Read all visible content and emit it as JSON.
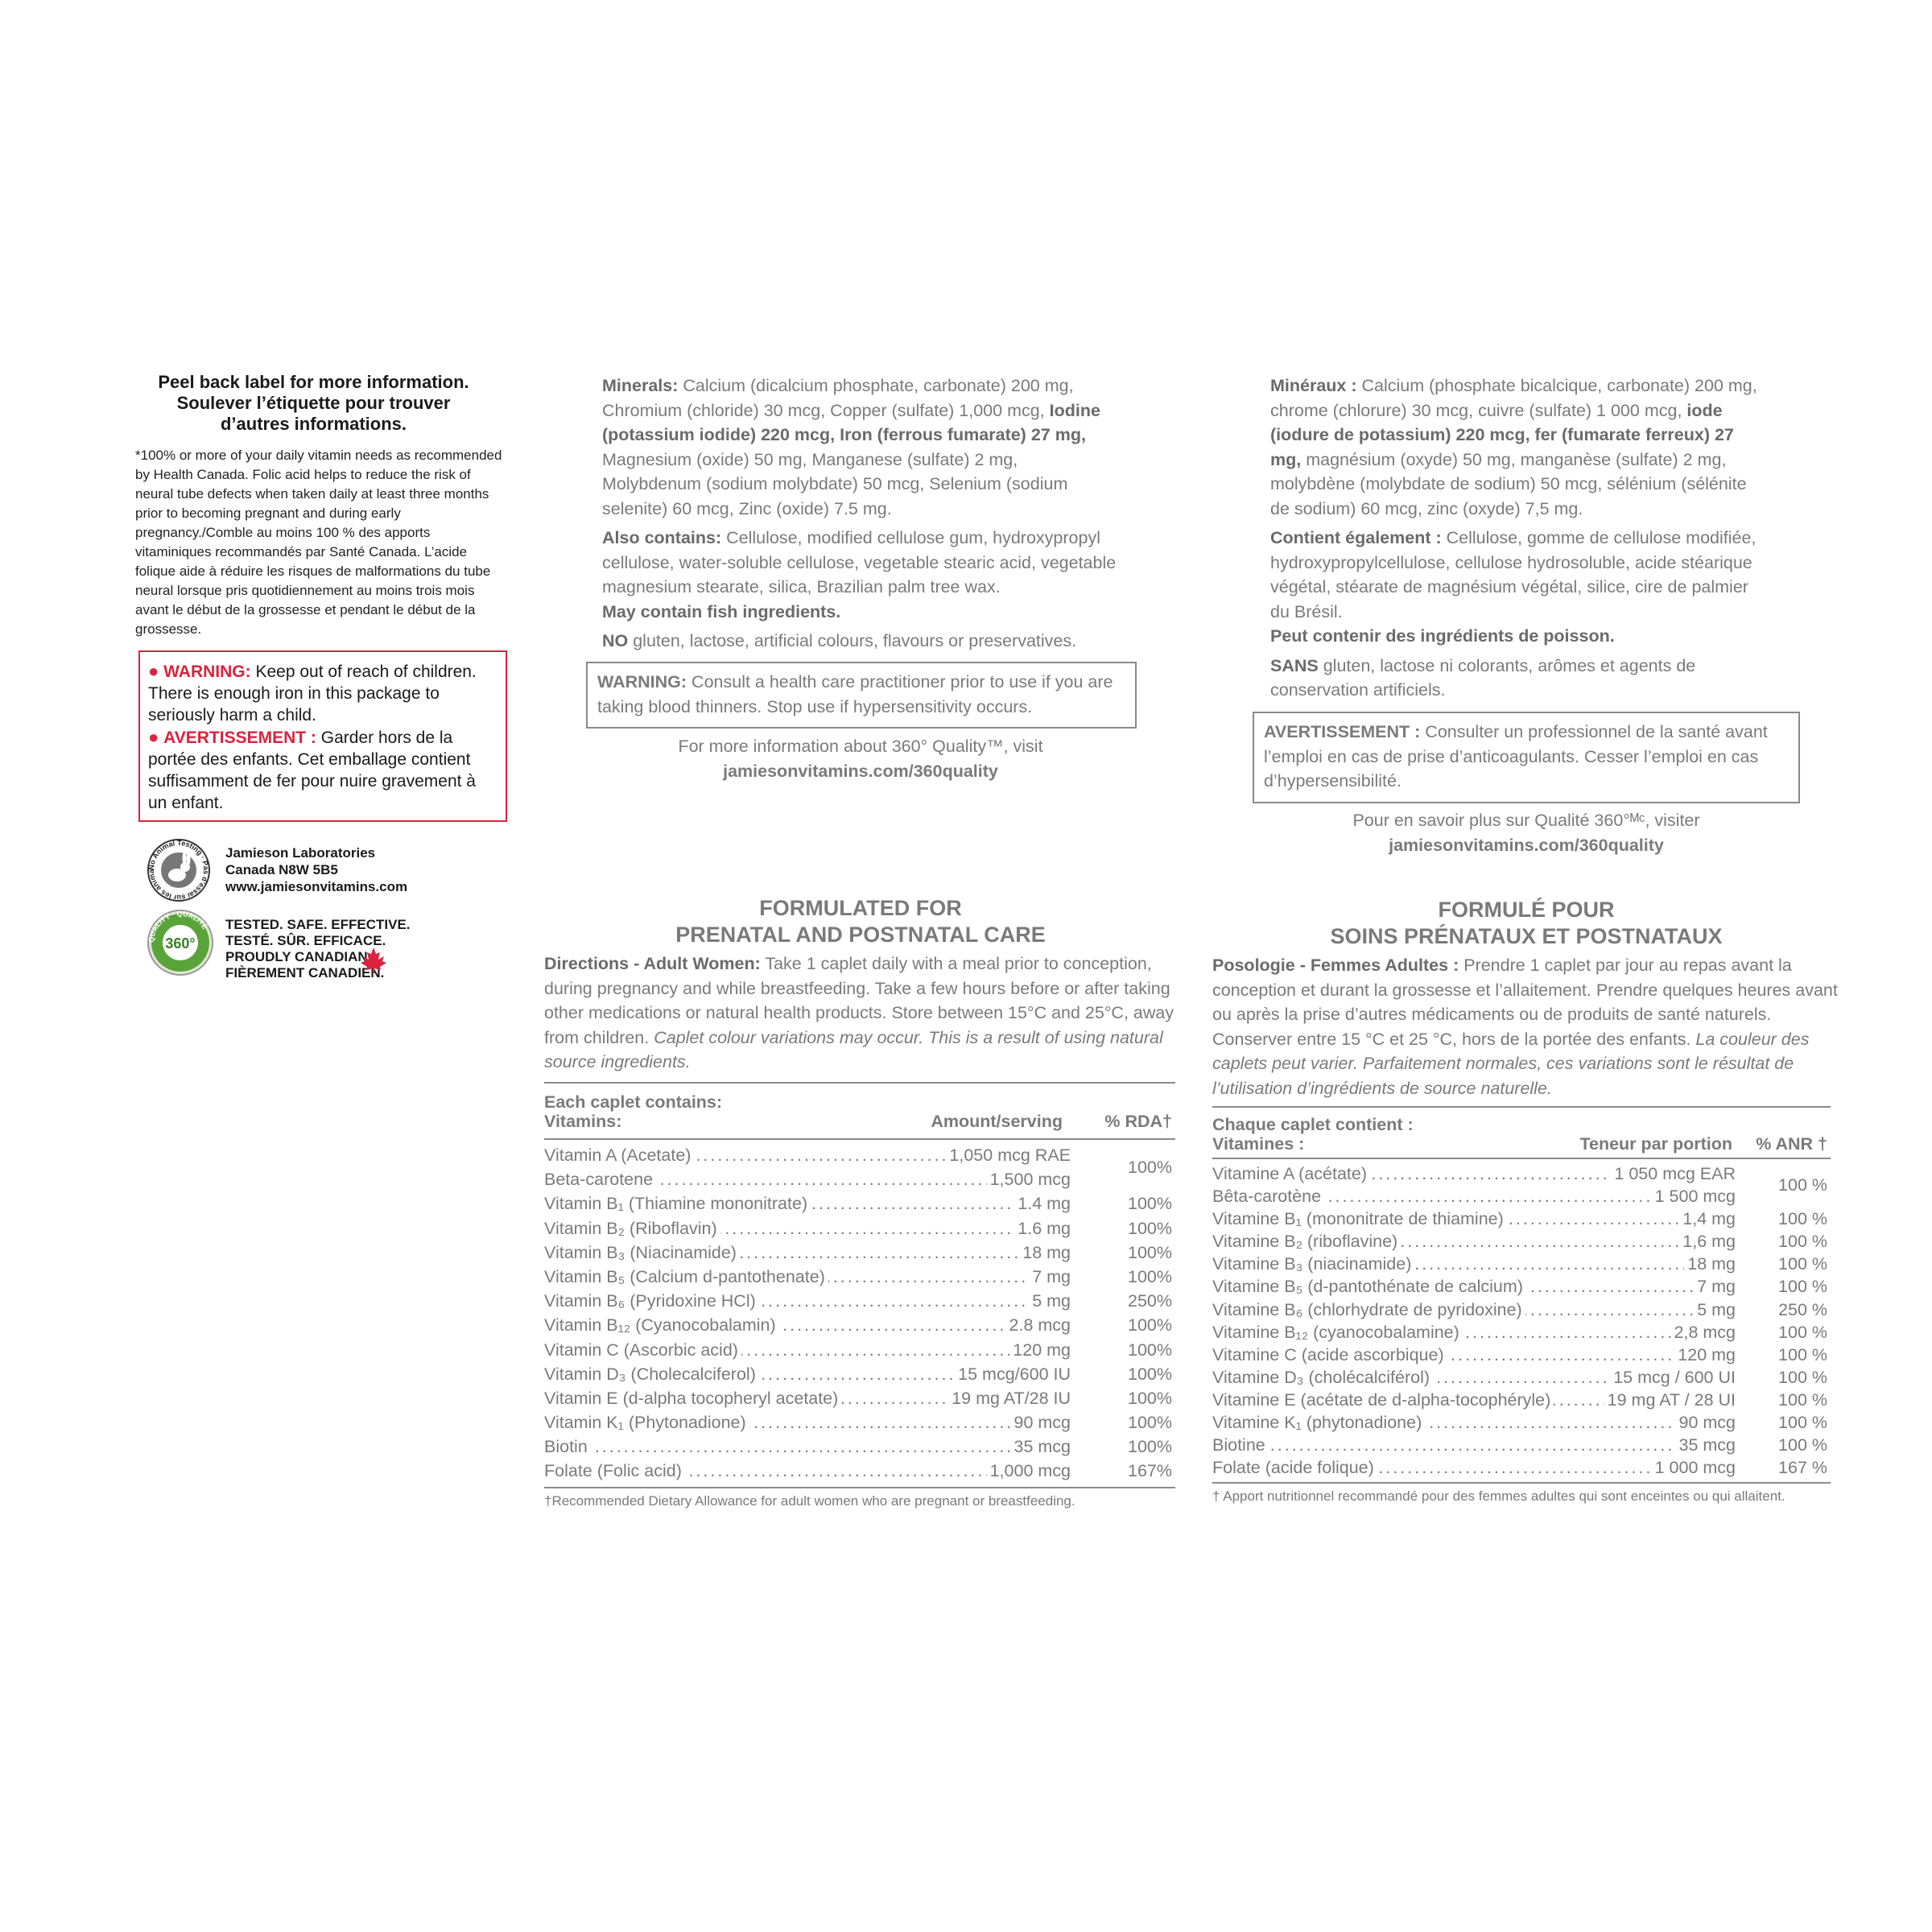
{
  "left": {
    "peel_en": "Peel back label for more information.",
    "peel_fr_1": "Soulever l’étiquette pour trouver",
    "peel_fr_2": "d’autres informations.",
    "footnote": "*100% or more of your daily vitamin needs as recommended by Health Canada. Folic acid helps to reduce the risk of neural tube defects when taken daily at least three months prior to becoming pregnant and during early pregnancy./Comble au moins 100 % des apports vitaminiques recommandés par Santé Canada. L’acide folique aide à réduire les risques de malformations du tube neural lorsque pris quotidiennement au moins trois mois avant le début de la grossesse et pendant le début de la grossesse.",
    "warning_label": "WARNING:",
    "warning_text": " Keep out of reach of children. There is enough iron in this package to seriously harm a child.",
    "avert_label": "AVERTISSEMENT :",
    "avert_text": " Garder hors de la portée des enfants. Cet emballage contient suffisamment de fer pour nuire gravement à un enfant.",
    "company_1": "Jamieson Laboratories",
    "company_2": "Canada  N8W 5B5",
    "company_3": "www.jamiesonvitamins.com",
    "badge_ring": "No Animal Testing · Pas d’essai sur les animaux",
    "quality_ring": "QUALITY · QUALITÉ",
    "quality_center": "360°",
    "tag_1": "TESTED. SAFE. EFFECTIVE.",
    "tag_2": "TESTÉ. SÛR. EFFICACE.",
    "tag_3": "PROUDLY CANADIAN.",
    "tag_4": "FIÈREMENT CANADIEN."
  },
  "en": {
    "minerals_label": "Minerals:",
    "minerals_1": " Calcium (dicalcium phosphate, carbonate) 200 mg, Chromium (chloride) 30 mcg, Copper (sulfate) 1,000 mcg, ",
    "minerals_bold": "Iodine (potassium iodide) 220 mcg, Iron (ferrous fumarate) 27 mg,",
    "minerals_2": " Magnesium (oxide) 50 mg, Manganese (sulfate) 2 mg, Molybdenum (sodium molybdate) 50 mcg, Selenium (sodium selenite) 60 mcg, Zinc (oxide) 7.5 mg.",
    "also_label": "Also contains:",
    "also_text": " Cellulose, modified cellulose gum, hydroxypropyl cellulose, water-soluble cellulose, vegetable stearic acid, vegetable magnesium stearate, silica, Brazilian palm tree wax.",
    "fish": "May contain fish ingredients.",
    "no_label": "NO",
    "no_text": " gluten, lactose, artificial colours, flavours or preservatives.",
    "warn_label": "WARNING:",
    "warn_text": " Consult a health care practitioner prior to use if you are taking blood thinners. Stop use if hypersensitivity occurs.",
    "more_1": "For more information about 360° Quality™, visit",
    "more_2": "jamiesonvitamins.com/360quality",
    "h_1": "FORMULATED FOR",
    "h_2": "PRENATAL AND POSTNATAL CARE",
    "dir_label": "Directions - Adult Women:",
    "dir_text": " Take 1 caplet daily with a meal prior to conception, during pregnancy and while breastfeeding. Take a few hours before or after taking other medications or natural health products. Store between 15°C and 25°C, away from children. ",
    "dir_italic": "Caplet colour variations may occur. This is a result of using natural source ingredients.",
    "th_1": "Each caplet contains:",
    "th_2": "Vitamins:",
    "th_amt": "Amount/serving",
    "th_pct": "% RDA†",
    "rows": [
      {
        "name": "Vitamin A (Acetate)",
        "amt": "1,050 mcg RAE",
        "pct": "100%"
      },
      {
        "name": "Beta-carotene",
        "amt": "1,500 mcg",
        "pct": ""
      },
      {
        "name": "Vitamin B₁ (Thiamine mononitrate)",
        "amt": "1.4 mg",
        "pct": "100%"
      },
      {
        "name": "Vitamin B₂ (Riboflavin)",
        "amt": "1.6 mg",
        "pct": "100%"
      },
      {
        "name": "Vitamin B₃ (Niacinamide)",
        "amt": "18 mg",
        "pct": "100%"
      },
      {
        "name": "Vitamin B₅ (Calcium d-pantothenate)",
        "amt": "7 mg",
        "pct": "100%"
      },
      {
        "name": "Vitamin B₆ (Pyridoxine HCl)",
        "amt": "5 mg",
        "pct": "250%"
      },
      {
        "name": "Vitamin B₁₂ (Cyanocobalamin)",
        "amt": "2.8 mcg",
        "pct": "100%"
      },
      {
        "name": "Vitamin C (Ascorbic acid)",
        "amt": "120 mg",
        "pct": "100%"
      },
      {
        "name": "Vitamin D₃ (Cholecalciferol)",
        "amt": "15 mcg/600 IU",
        "pct": "100%"
      },
      {
        "name": "Vitamin E (d-alpha tocopheryl acetate)",
        "amt": "19 mg AT/28 IU",
        "pct": "100%"
      },
      {
        "name": "Vitamin K₁ (Phytonadione)",
        "amt": "90 mcg",
        "pct": "100%"
      },
      {
        "name": "Biotin",
        "amt": "35 mcg",
        "pct": "100%"
      },
      {
        "name": "Folate (Folic acid)",
        "amt": "1,000 mcg",
        "pct": "167%"
      }
    ],
    "foot": "†Recommended Dietary Allowance for adult women who are pregnant or breastfeeding."
  },
  "fr": {
    "minerals_label": "Minéraux :",
    "minerals_1": " Calcium (phosphate bicalcique, carbonate) 200 mg, chrome (chlorure) 30 mcg, cuivre (sulfate) 1 000 mcg, ",
    "minerals_bold": "iode (iodure de potassium) 220 mcg, fer (fumarate ferreux) 27 mg,",
    "minerals_2": " magnésium (oxyde) 50 mg, manganèse (sulfate) 2 mg, molybdène (molybdate de sodium) 50 mcg, sélénium (sélénite de sodium) 60 mcg, zinc (oxyde) 7,5 mg.",
    "also_label": "Contient également :",
    "also_text": " Cellulose, gomme de cellulose modifiée, hydroxypropylcellulose, cellulose hydrosoluble, acide stéarique végétal, stéarate de magnésium végétal, silice, cire de palmier du Brésil.",
    "fish": "Peut contenir des ingrédients de poisson.",
    "no_label": "SANS",
    "no_text": " gluten, lactose ni colorants, arômes et agents de conservation artificiels.",
    "warn_label": "AVERTISSEMENT :",
    "warn_text": " Consulter un professionnel de la santé avant l’emploi en cas de prise d’anticoagulants. Cesser l’emploi en cas d’hypersensibilité.",
    "more_1": "Pour en savoir plus sur Qualité 360°ᴹᶜ, visiter",
    "more_2": "jamiesonvitamins.com/360quality",
    "h_1": "FORMULÉ POUR",
    "h_2": "SOINS PRÉNATAUX ET POSTNATAUX",
    "dir_label": "Posologie - Femmes Adultes :",
    "dir_text": " Prendre 1 caplet par jour au repas avant la conception et durant la grossesse et l’allaitement. Prendre quelques heures avant ou après la prise d’autres médicaments ou de produits de santé naturels. Conserver entre 15 °C et 25 °C, hors de la portée des enfants. ",
    "dir_italic": "La couleur des caplets peut varier. Parfaitement normales, ces variations sont le résultat de l’utilisation d’ingrédients de source naturelle.",
    "th_1": "Chaque caplet contient :",
    "th_2": "Vitamines :",
    "th_amt": "Teneur par portion",
    "th_pct": "% ANR †",
    "rows": [
      {
        "name": "Vitamine A (acétate)",
        "amt": "1 050 mcg EAR",
        "pct": "100 %"
      },
      {
        "name": "Bêta-carotène",
        "amt": "1 500 mcg",
        "pct": ""
      },
      {
        "name": "Vitamine B₁ (mononitrate de thiamine)",
        "amt": "1,4 mg",
        "pct": "100 %"
      },
      {
        "name": "Vitamine B₂ (riboflavine)",
        "amt": "1,6 mg",
        "pct": "100 %"
      },
      {
        "name": "Vitamine B₃ (niacinamide)",
        "amt": "18 mg",
        "pct": "100 %"
      },
      {
        "name": "Vitamine B₅ (d-pantothénate de calcium)",
        "amt": "7 mg",
        "pct": "100 %"
      },
      {
        "name": "Vitamine B₆ (chlorhydrate de pyridoxine)",
        "amt": "5 mg",
        "pct": "250 %"
      },
      {
        "name": "Vitamine B₁₂ (cyanocobalamine)",
        "amt": "2,8 mcg",
        "pct": "100 %"
      },
      {
        "name": "Vitamine C (acide ascorbique)",
        "amt": "120 mg",
        "pct": "100 %"
      },
      {
        "name": "Vitamine D₃ (cholécalciférol)",
        "amt": "15 mcg / 600 UI",
        "pct": "100 %"
      },
      {
        "name": "Vitamine E (acétate de d-alpha-tocophéryle)",
        "amt": "19 mg AT / 28 UI",
        "pct": "100 %"
      },
      {
        "name": "Vitamine K₁ (phytonadione)",
        "amt": "90 mcg",
        "pct": "100 %"
      },
      {
        "name": "Biotine",
        "amt": "35 mcg",
        "pct": "100 %"
      },
      {
        "name": "Folate (acide folique)",
        "amt": "1 000 mcg",
        "pct": "167 %"
      }
    ],
    "foot": "† Apport nutritionnel recommandé pour des femmes adultes qui sont enceintes ou qui allaitent."
  }
}
